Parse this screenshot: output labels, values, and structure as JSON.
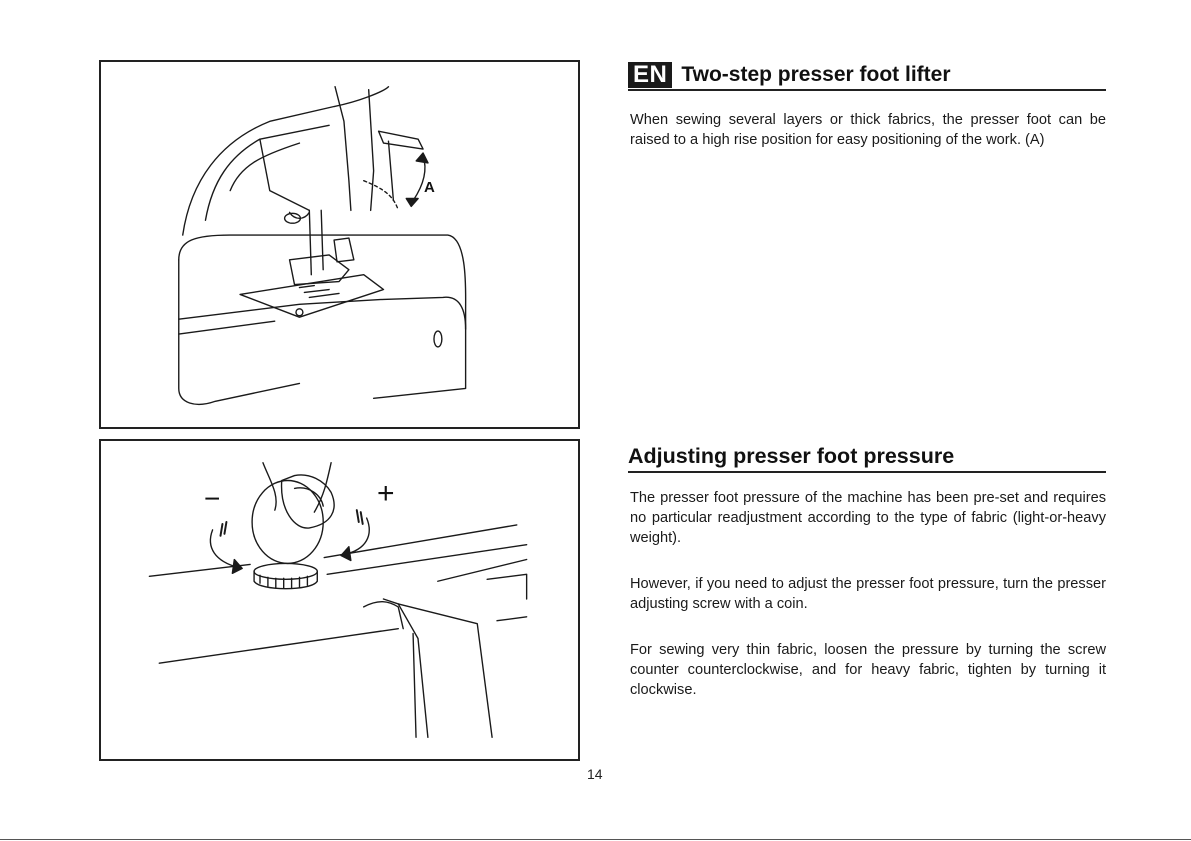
{
  "section1": {
    "badge": "EN",
    "title": "Two-step presser foot lifter",
    "paragraph": "When sewing several layers or thick fabrics, the presser foot can be raised to a high rise position for easy positioning of the work. (A)"
  },
  "figure1": {
    "label": "A"
  },
  "section2": {
    "title": "Adjusting presser foot pressure",
    "paragraphs": [
      "The presser foot pressure of the machine has been pre-set and requires no particular readjustment according to the type of fabric (light-or-heavy weight).",
      "However, if you need to adjust the presser foot pressure, turn the presser adjusting screw with a coin.",
      "For sewing very thin fabric, loosen the pressure by turning the screw counter counterclockwise, and for heavy fabric, tighten by turning it clockwise."
    ]
  },
  "figure2": {
    "minus_label": "−",
    "plus_label": "+"
  },
  "page": {
    "number": "14"
  }
}
